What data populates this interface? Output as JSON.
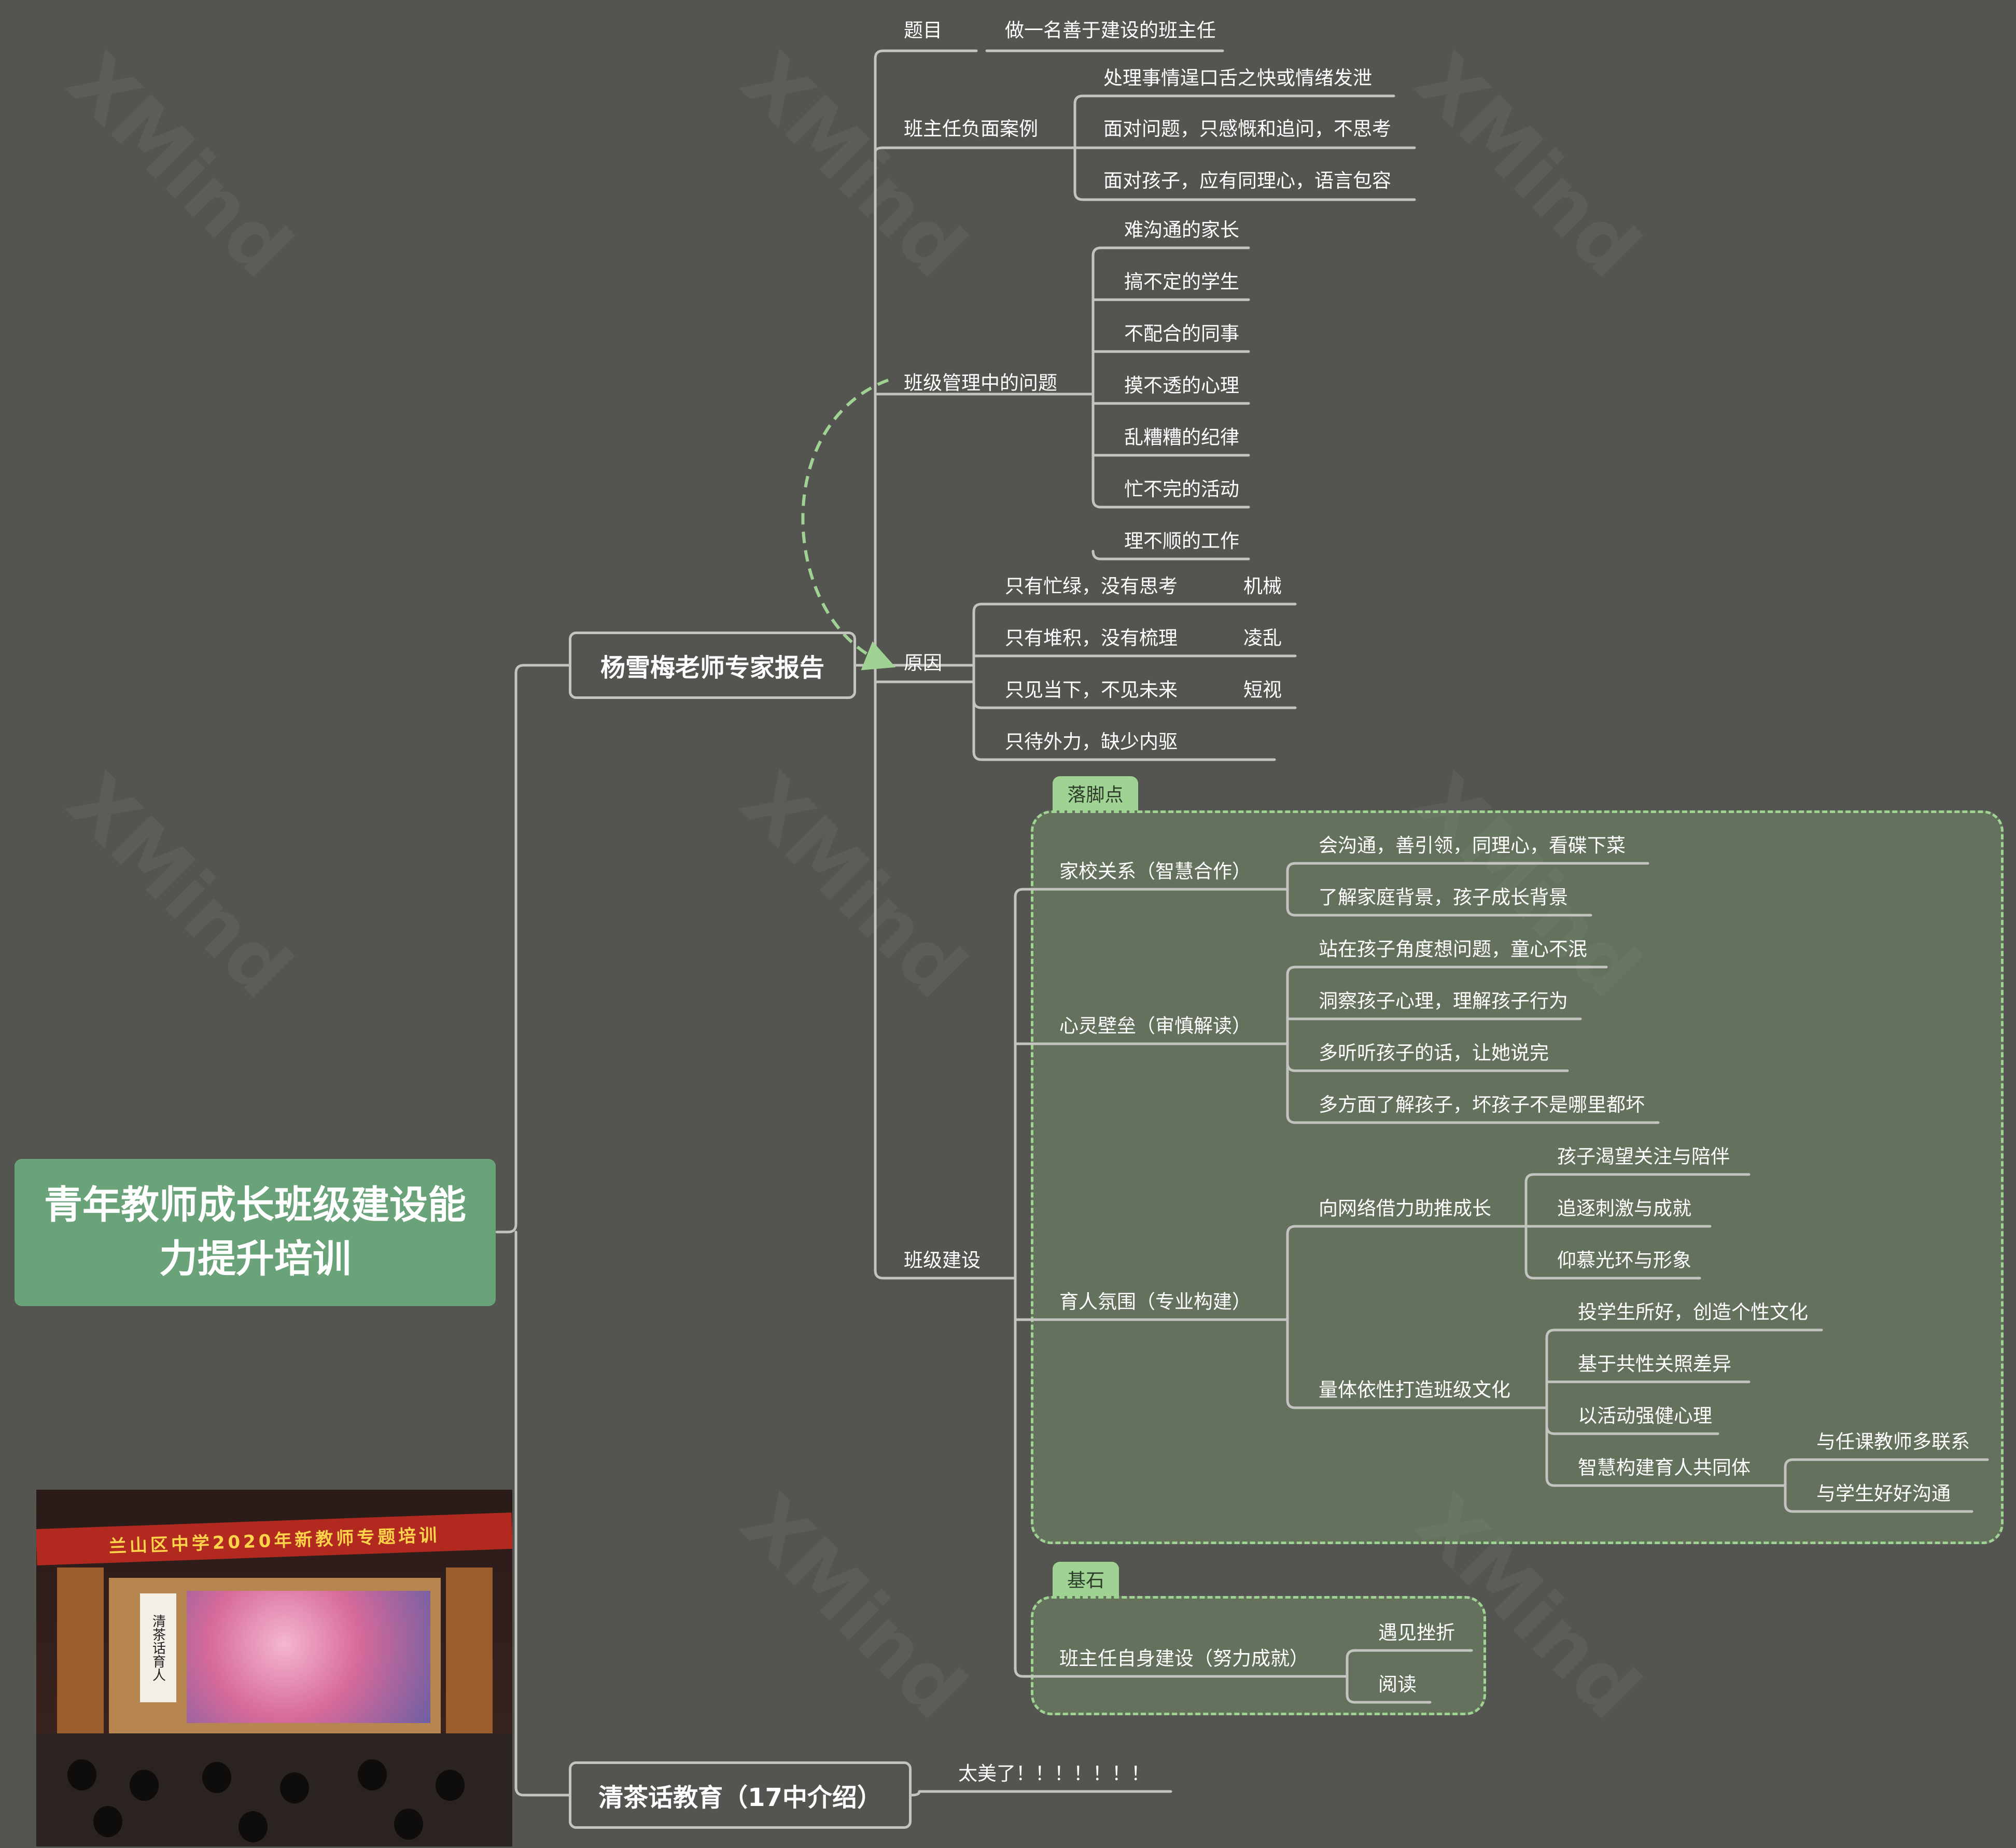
{
  "watermark": "XMind",
  "colors": {
    "background": "#545550",
    "line": "#c3c3c0",
    "root_fill": "#6aa37a",
    "boundary": "#9fd293",
    "relationship_arrow": "#9fd293"
  },
  "root": {
    "title": "青年教师成长班级建设能力提升培训"
  },
  "photo": {
    "description_icon": "photo-image",
    "banner": "兰山区中学2020年新教师专题培训",
    "stage_scroll": "清茶话育人"
  },
  "branches": [
    {
      "label": "杨雪梅老师专家报告",
      "children": [
        {
          "label": "题目",
          "children": [
            {
              "label": "做一名善于建设的班主任"
            }
          ]
        },
        {
          "label": "班主任负面案例",
          "children": [
            {
              "label": "处理事情逞口舌之快或情绪发泄"
            },
            {
              "label": "面对问题，只感慨和追问，不思考"
            },
            {
              "label": "面对孩子，应有同理心，语言包容"
            }
          ]
        },
        {
          "label": "班级管理中的问题",
          "children": [
            {
              "label": "难沟通的家长"
            },
            {
              "label": "搞不定的学生"
            },
            {
              "label": "不配合的同事"
            },
            {
              "label": "摸不透的心理"
            },
            {
              "label": "乱糟糟的纪律"
            },
            {
              "label": "忙不完的活动"
            },
            {
              "label": "理不顺的工作"
            }
          ]
        },
        {
          "label": "原因",
          "children": [
            {
              "label": "只有忙绿，没有思考",
              "children": [
                {
                  "label": "机械"
                }
              ]
            },
            {
              "label": "只有堆积，没有梳理",
              "children": [
                {
                  "label": "凌乱"
                }
              ]
            },
            {
              "label": "只见当下，不见未来",
              "children": [
                {
                  "label": "短视"
                }
              ]
            },
            {
              "label": "只待外力，缺少内驱"
            }
          ]
        },
        {
          "label": "班级建设",
          "boundaries": [
            "落脚点",
            "基石"
          ],
          "children": [
            {
              "label": "家校关系（智慧合作）",
              "children": [
                {
                  "label": "会沟通，善引领，同理心，看碟下菜"
                },
                {
                  "label": "了解家庭背景，孩子成长背景"
                }
              ]
            },
            {
              "label": "心灵壁垒（审慎解读）",
              "children": [
                {
                  "label": "站在孩子角度想问题，童心不泯"
                },
                {
                  "label": "洞察孩子心理，理解孩子行为"
                },
                {
                  "label": "多听听孩子的话，让她说完"
                },
                {
                  "label": "多方面了解孩子，坏孩子不是哪里都坏"
                }
              ]
            },
            {
              "label": "育人氛围（专业构建）",
              "children": [
                {
                  "label": "向网络借力助推成长",
                  "children": [
                    {
                      "label": "孩子渴望关注与陪伴"
                    },
                    {
                      "label": "追逐刺激与成就"
                    },
                    {
                      "label": "仰慕光环与形象"
                    }
                  ]
                },
                {
                  "label": "量体依性打造班级文化",
                  "children": [
                    {
                      "label": "投学生所好，创造个性文化"
                    },
                    {
                      "label": "基于共性关照差异"
                    },
                    {
                      "label": "以活动强健心理"
                    },
                    {
                      "label": "智慧构建育人共同体",
                      "children": [
                        {
                          "label": "与任课教师多联系"
                        },
                        {
                          "label": "与学生好好沟通"
                        }
                      ]
                    }
                  ]
                }
              ]
            },
            {
              "label": "班主任自身建设（努力成就）",
              "children": [
                {
                  "label": "遇见挫折"
                },
                {
                  "label": "阅读"
                }
              ]
            }
          ]
        }
      ]
    },
    {
      "label": "清茶话教育（17中介绍）",
      "children": [
        {
          "label": "太美了！！！！！！！"
        }
      ]
    }
  ]
}
